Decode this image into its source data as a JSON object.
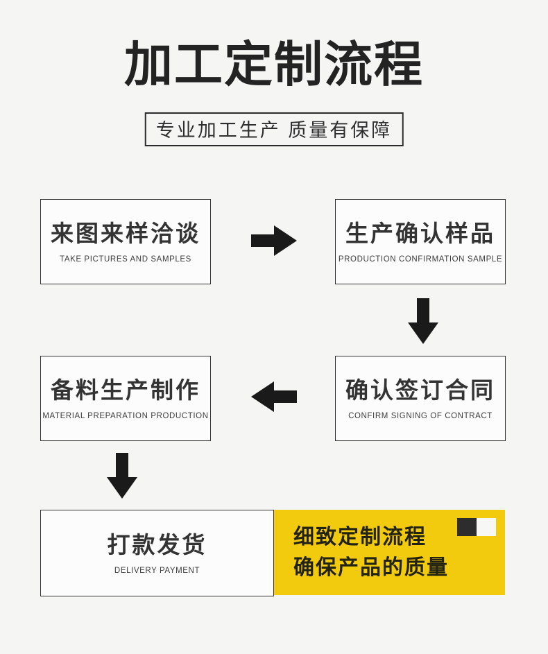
{
  "page": {
    "background": "#f5f5f4"
  },
  "header": {
    "title": "加工定制流程",
    "subtitle": "专业加工生产 质量有保障"
  },
  "steps": [
    {
      "zh": "来图来样洽谈",
      "en": "TAKE PICTURES AND SAMPLES"
    },
    {
      "zh": "生产确认样品",
      "en": "PRODUCTION CONFIRMATION SAMPLE"
    },
    {
      "zh": "确认签订合同",
      "en": "CONFIRM SIGNING OF CONTRACT"
    },
    {
      "zh": "备料生产制作",
      "en": "MATERIAL PREPARATION PRODUCTION"
    },
    {
      "zh": "打款发货",
      "en": "DELIVERY PAYMENT"
    }
  ],
  "arrows": [
    {
      "name": "arrow-right-icon",
      "direction": "right"
    },
    {
      "name": "arrow-down-icon",
      "direction": "down"
    },
    {
      "name": "arrow-left-icon",
      "direction": "left"
    },
    {
      "name": "arrow-down-icon",
      "direction": "down"
    }
  ],
  "callout": {
    "line1": "细致定制流程",
    "line2": "确保产品的质量",
    "background": "#f2ca0e",
    "square_dark": "#2d2d2d",
    "square_light": "#f7f7f6"
  },
  "colors": {
    "accent_yellow": "#f2ca0e",
    "ink": "#232323",
    "box_border": "#333333",
    "page_background": "#f5f5f4"
  }
}
